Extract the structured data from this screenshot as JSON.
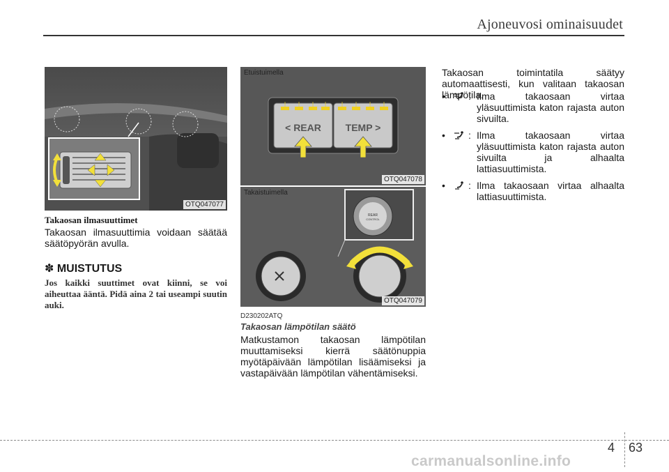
{
  "header": {
    "title": "Ajoneuvosi ominaisuudet"
  },
  "left": {
    "image_code": "OTQ047077",
    "subtitle": "Takaosan ilmasuuttimet",
    "body": "Takaosan ilmasuuttimia voidaan säätää säätöpyörän avulla.",
    "note_heading": "✽ MUISTUTUS",
    "note_text": "Jos kaikki suuttimet ovat kiinni, se voi aiheuttaa ääntä. Pidä aina 2 tai useampi suutin auki."
  },
  "middle": {
    "top_label": "Etuistuimella",
    "panel_rear": "< REAR",
    "panel_temp": "TEMP >",
    "top_code": "OTQ047078",
    "bottom_label": "Takaistuimella",
    "knob_text_line1": "REAR",
    "knob_text_line2": "CONTROL",
    "bottom_code": "OTQ047079",
    "section_code": "D230202ATQ",
    "section_title": "Takaosan lämpötilan säätö",
    "body": "Matkustamon takaosan lämpötilan muuttamiseksi kierrä säätönuppia myötäpäivään lämpötilan lisäämiseksi ja vastapäivään lämpötilan vähentämiseksi."
  },
  "right": {
    "intro": "Takaosan toimintatila säätyy automaattisesti, kun valitaan takaosan lämpötila.",
    "bullets": [
      {
        "icon": "vent-face-icon",
        "text": "Ilma takaosaan virtaa yläsuuttimista katon rajasta auton sivuilta."
      },
      {
        "icon": "vent-face-floor-icon",
        "text": "Ilma takaosaan virtaa yläsuuttimista katon rajasta auton sivuilta ja alhaalta lattiasuuttimista."
      },
      {
        "icon": "vent-floor-icon",
        "text": "Ilma takaosaan virtaa alhaalta lattiasuuttimista."
      }
    ]
  },
  "footer": {
    "chapter": "4",
    "page": "63",
    "watermark": "carmanualsonline.info"
  },
  "colors": {
    "highlight_yellow": "#f0d020",
    "photo_gray": "#585858",
    "arrow_fill": "#f2e03a"
  }
}
